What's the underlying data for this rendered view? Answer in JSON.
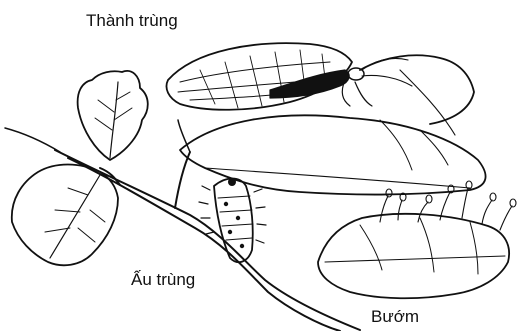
{
  "labels": {
    "adult": "Thành trùng",
    "larva": "Ấu trùng",
    "eggs": "Bướm"
  },
  "colors": {
    "ink": "#111111",
    "background": "#ffffff"
  }
}
